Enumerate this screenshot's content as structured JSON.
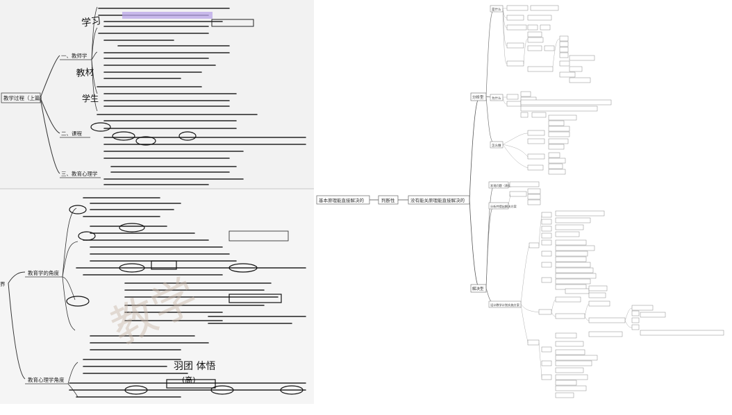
{
  "left_panel": {
    "top_root": "教学过程（上篇）",
    "top_branches": [
      "一、教师学",
      "二、课程",
      "三、教育心理学"
    ],
    "bottom_root": "界",
    "bottom_branches": [
      "教育学的角度",
      "教育心理学角度"
    ],
    "handwritten_top": [
      "学习",
      "教材",
      "学生"
    ],
    "handwritten_bottom": [
      "羽团 体悟",
      "(高)"
    ],
    "watermark": "教学"
  },
  "right_panel": {
    "root": "基本原理能直接解决的",
    "middle": "判断性",
    "hub": "没有能关原理能直接解决的",
    "upper": "分析型",
    "lower": "解决型",
    "upper_sub": [
      "是什么",
      "为什么",
      "怎么做"
    ],
    "lower_sub": [
      "发现问题（表征）",
      "分析并提出解决方案",
      "设计教学计划实施方案"
    ]
  },
  "colors": {
    "line": "#333333",
    "box": "#666666",
    "text": "#222222",
    "highlight": "#b9a6e8",
    "pen": "#111111",
    "watermark": "#c9b9a9",
    "photo_bg": "#f2f2f2"
  }
}
